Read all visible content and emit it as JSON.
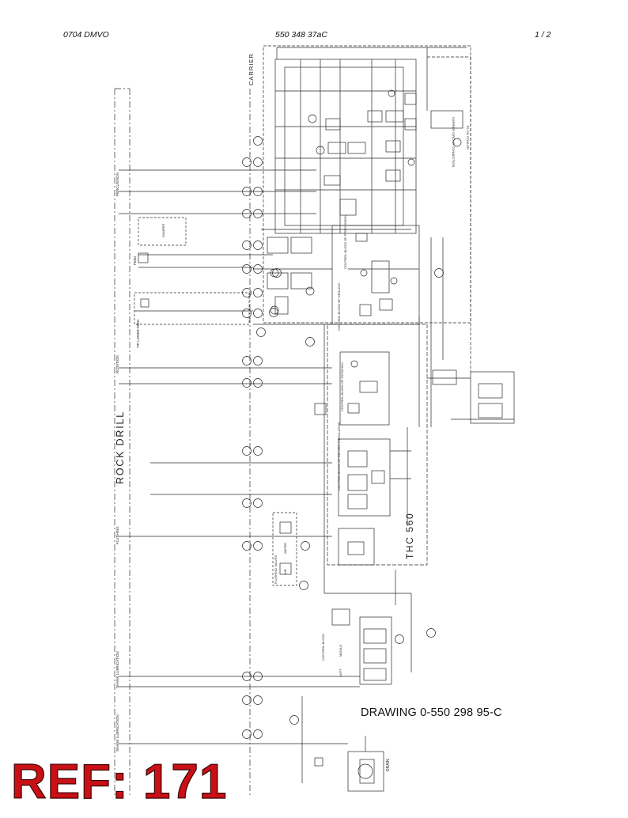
{
  "header": {
    "left": "0704 DMVO",
    "center": "550 348 37aC",
    "right": "1 /  2"
  },
  "sections": {
    "rock_drill": "ROCK DRILL",
    "carrier": "CARRIER",
    "thc": "THC 560"
  },
  "side_labels": {
    "percussion": "PERCUSSION",
    "rotation": "ROTATION",
    "flushing": "FLUSHING",
    "shank_lubrication_1": "SHANK LUBRICATION",
    "shank_lubrication_2": "SHANK LUBRICATION",
    "damper": "DAMPER",
    "feed": "FEED",
    "tip_lower_feed": "TIP, LOWER FEED"
  },
  "block_labels": {
    "control_block_percussion": "CONTROL BLOCK OF PERCUSSION",
    "control_block_drilling": "CONTROL BLOCK OF DRILLING",
    "control_block_rotation": "CONTROL BLOCK OF ROTATION",
    "control_block_return": "CONTROL BLOCK OF RETURN CIRCULATION",
    "flushing_valves": "FLUSHING VALVES",
    "control_block_main": "CONTROL BLOCK",
    "carrier_circuit": "CARRIER CIRCUIT CONNECTION",
    "to_oil_cooler": "TO OIL COOLER",
    "drain": "DRAIN",
    "water": "WATER",
    "air": "AIR",
    "middle": "MIDDLE",
    "left": "LEFT"
  },
  "drawing_number": "DRAWING  0-550 298 95-C",
  "ref_stamp": "REF: 171",
  "colors": {
    "line": "#2a2a2a",
    "stamp_red": "#c91016"
  }
}
